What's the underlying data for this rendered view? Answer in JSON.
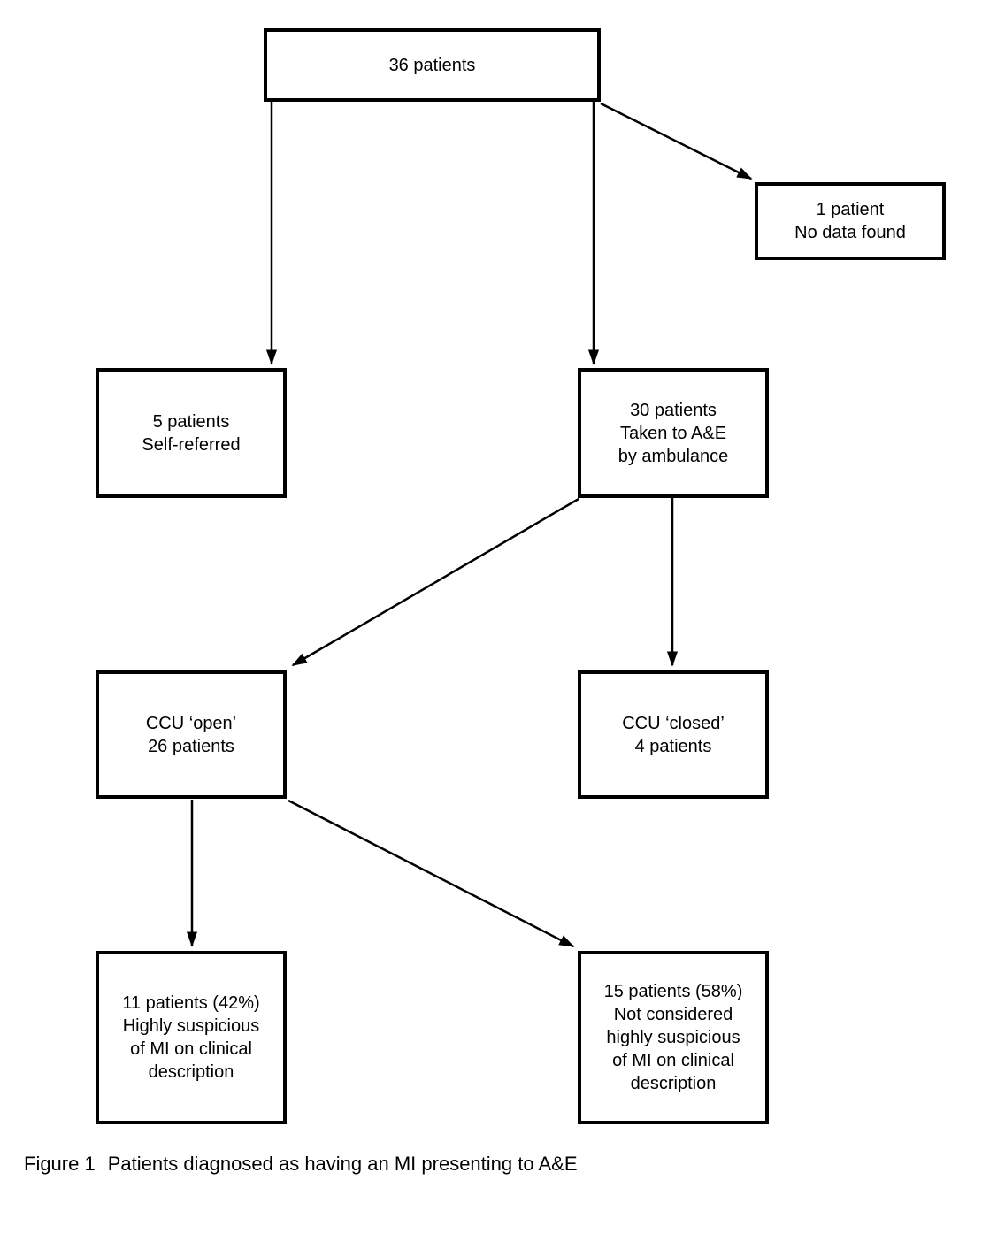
{
  "diagram": {
    "title_implicit": "Patient flow chart",
    "nodes": {
      "total": {
        "text": "36 patients"
      },
      "no_data": {
        "text": "1 patient\nNo data found"
      },
      "self_referred": {
        "text": "5 patients\nSelf-referred"
      },
      "ambulance": {
        "text": "30 patients\nTaken to A&E\nby ambulance"
      },
      "ccu_open": {
        "text": "CCU ‘open’\n26 patients"
      },
      "ccu_closed": {
        "text": "CCU ‘closed’\n4 patients"
      },
      "highly_suspicious": {
        "text": "11 patients (42%)\nHighly suspicious\nof MI on clinical\ndescription"
      },
      "not_suspicious": {
        "text": "15 patients (58%)\nNot considered\nhighly suspicious\nof MI on clinical\ndescription"
      }
    },
    "caption": {
      "label": "Figure 1",
      "text": "Patients diagnosed as having an MI presenting to A&E"
    },
    "colors": {
      "line": "#000000",
      "background": "#ffffff",
      "text": "#000000"
    }
  }
}
